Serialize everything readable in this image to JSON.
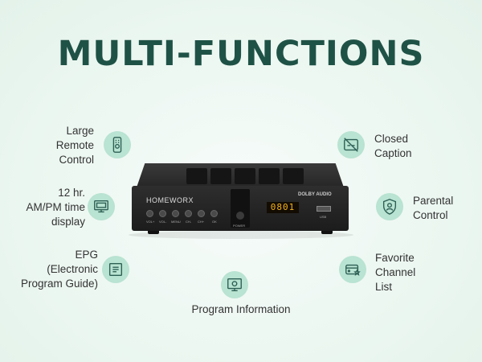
{
  "title": "MULTI-FUNCTIONS",
  "features": {
    "remote": {
      "lines": [
        "Large",
        "Remote",
        "Control"
      ],
      "icon": "remote-icon"
    },
    "clock": {
      "lines": [
        "12 hr.",
        "AM/PM time",
        "display"
      ],
      "icon": "monitor-icon"
    },
    "epg": {
      "lines": [
        "EPG",
        "(Electronic",
        "Program Guide)"
      ],
      "icon": "guide-icon"
    },
    "program": {
      "lines": [
        "Program Information"
      ],
      "icon": "program-info-icon"
    },
    "caption": {
      "lines": [
        "Closed",
        "Caption"
      ],
      "icon": "closed-caption-icon"
    },
    "parental": {
      "lines": [
        "Parental",
        "Control"
      ],
      "icon": "shield-user-icon"
    },
    "favorite": {
      "lines": [
        "Favorite",
        "Channel",
        "List"
      ],
      "icon": "favorite-card-icon"
    }
  },
  "device": {
    "brand": "HOMEWORX",
    "display": "0801",
    "dolby": "DOLBY AUDIO",
    "buttons": [
      "VOL+",
      "VOL-",
      "MENU",
      "CH-",
      "CH+",
      "OK"
    ],
    "power": "POWER",
    "usb": "USB"
  },
  "colors": {
    "title": "#1f5246",
    "icon_bg": "#b9e3d2",
    "icon_stroke": "#2d5f54",
    "display": "#f6b21b"
  }
}
